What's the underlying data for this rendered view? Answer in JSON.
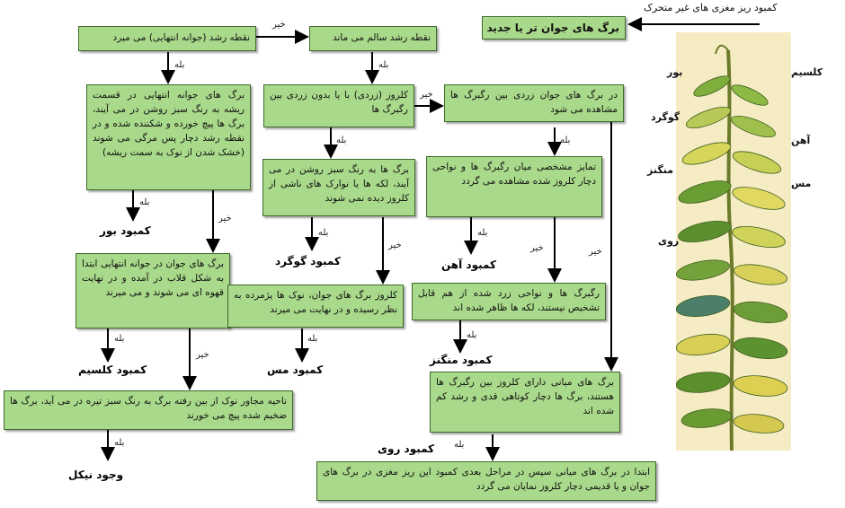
{
  "header": {
    "caption": "کمبود ریز مغزی های غیر متحرک",
    "title_box": "برگ های جوان تر یا جدید"
  },
  "boxes": {
    "b1": "نقطه رشد (جوانه انتهایی) می میرد",
    "b2": "نقطه رشد سالم می ماند",
    "b3": "برگ های جوانه انتهایی در قسمت ریشه به رنگ سبز روشن در می آیند، برگ ها پیچ خورده و شکننده شده و در نقطه رشد دچار پس مرگی می شوند (خشک شدن از نوک به سمت ریشه)",
    "b4": "کلروز (زردی) با یا بدون زردی بین رگبرگ ها",
    "b5": "در برگ های جوان زردی بین رگبرگ ها مشاهده می شود",
    "b6": "برگ ها به رنگ سبز روشن در می آیند، لکه ها یا نوارک های ناشی از کلروز دیده نمی شوند",
    "b7": "تمایز مشخصی میان رگبرگ ها و نواحی دچار کلروز شده مشاهده می گردد",
    "b8": "برگ های جوان در جوانه انتهایی ابتدا به شکل قلاب در آمده و در نهایت قهوه ای می شوند و می میرند",
    "b9": "کلروز برگ های جوان، نوک ها پژمرده به نظر رسیده و در نهایت می میرند",
    "b10": "رگبرگ ها و نواحی زرد شده از هم قابل تشخیص نیستند، لکه ها ظاهر شده اند",
    "b11": "ناحیه مجاور نوک از بین رفته برگ به رنگ سبز تیره در می آید، برگ ها ضخیم شده پیچ می خورند",
    "b12": "برگ های میانی دارای کلروز بین رگبرگ ها هستند، برگ ها دچار کوتاهی قدی و رشد کم شده اند",
    "b13": "ابتدا در برگ های میانی سپس در مراحل بعدی کمبود این ریز مغزی در برگ های جوان و یا قدیمی دچار کلروز نمایان می گردد"
  },
  "results": {
    "boron": "کمبود بور",
    "sulfur": "کمبود گوگرد",
    "iron": "کمبود آهن",
    "calcium": "کمبود کلسیم",
    "copper": "کمبود مس",
    "manganese": "کمبود منگنز",
    "zinc": "کمبود روی",
    "nickel": "وجود نیکل"
  },
  "labels": {
    "yes": "بله",
    "no": "خیر"
  },
  "plant_labels": {
    "boron": "بور",
    "calcium": "کلسیم",
    "sulfur": "گوگرد",
    "iron": "آهن",
    "manganese": "منگنز",
    "copper": "مس",
    "zinc": "روی"
  },
  "colors": {
    "box_fill": "#a9d98a",
    "box_border": "#3d6b2b",
    "arrow_plant": "#e8862a"
  }
}
